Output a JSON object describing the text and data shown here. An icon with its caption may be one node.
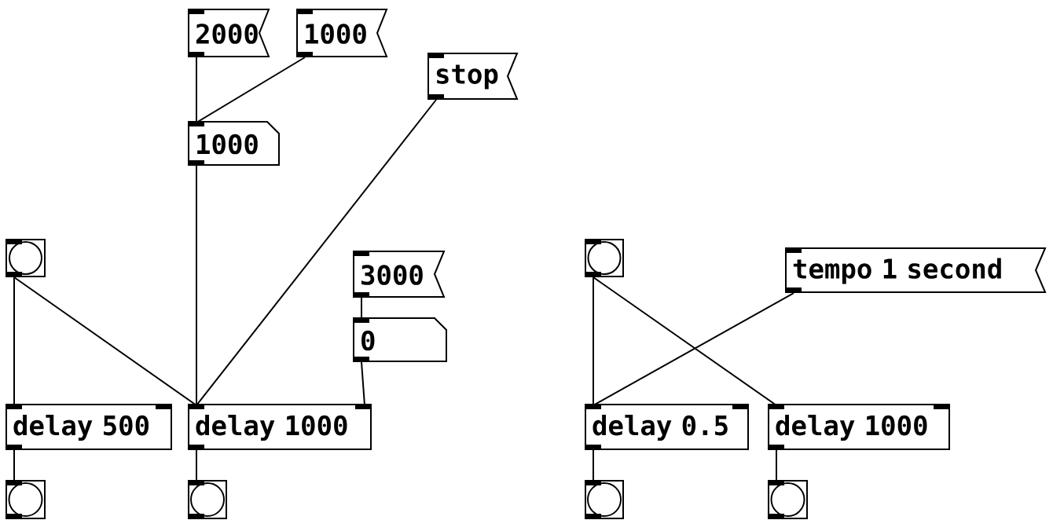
{
  "diagram": {
    "nodes": [
      {
        "text": [
          "2000"
        ]
      },
      {
        "text": [
          "1000"
        ]
      },
      {
        "text": [
          "stop"
        ]
      },
      {
        "text": [
          "1000"
        ]
      },
      {
        "text": [],
        "shape": "box"
      },
      {
        "text": [
          "3000"
        ]
      },
      {
        "text": [
          "tempo 1 second"
        ]
      },
      {
        "text": [],
        "shape": "box"
      },
      {
        "text": [
          "0"
        ]
      },
      {
        "text": [
          "delay 500"
        ]
      },
      {
        "text": [
          "delay 1000"
        ]
      },
      {
        "text": [
          "delay 0.5"
        ]
      },
      {
        "text": [
          "delay 1000"
        ]
      },
      {
        "text": [],
        "shape": "box"
      },
      {
        "text": [],
        "shape": "box"
      },
      {
        "text": [],
        "shape": "box"
      },
      {
        "text": [],
        "shape": "box"
      }
    ],
    "edges": [
      {
        "from": 0,
        "to": 3,
        "arrow": "none"
      },
      {
        "from": 1,
        "to": 3,
        "arrow": "none"
      },
      {
        "from": 3,
        "to": 10,
        "arrow": "none"
      },
      {
        "from": 2,
        "to": 10,
        "arrow": "none"
      },
      {
        "from": 4,
        "to": 9,
        "arrow": "none"
      },
      {
        "from": 4,
        "to": 10,
        "arrow": "none"
      },
      {
        "from": 5,
        "to": 8,
        "arrow": "none"
      },
      {
        "from": 8,
        "to": 10,
        "arrow": "none"
      },
      {
        "from": 9,
        "to": 13,
        "arrow": "none"
      },
      {
        "from": 10,
        "to": 14,
        "arrow": "none"
      },
      {
        "from": 7,
        "to": 11,
        "arrow": "none"
      },
      {
        "from": 7,
        "to": 12,
        "arrow": "none"
      },
      {
        "from": 6,
        "to": 11,
        "arrow": "none"
      },
      {
        "from": 11,
        "to": 15,
        "arrow": "none"
      },
      {
        "from": 12,
        "to": 16,
        "arrow": "none"
      }
    ]
  }
}
